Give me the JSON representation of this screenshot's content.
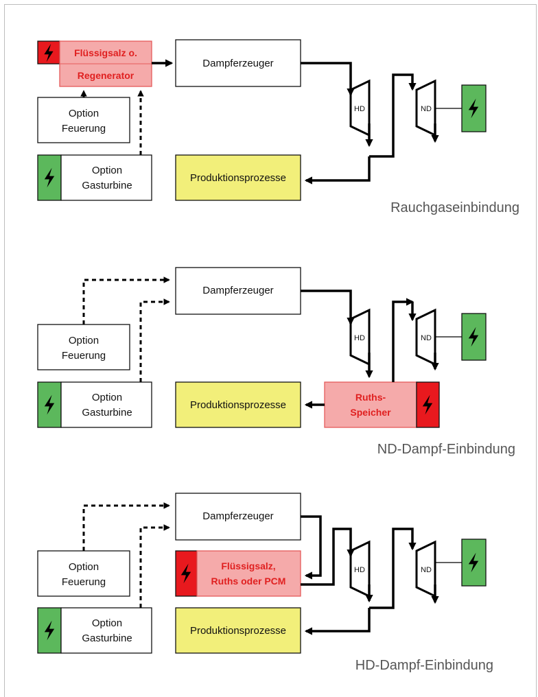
{
  "colors": {
    "red_storage_fill": "#f5aaaa",
    "red_storage_border": "#e55a5a",
    "red_bolt_fill": "#e8191e",
    "green_bolt_fill": "#5cb85c",
    "yellow_fill": "#f2ef7a",
    "caption_color": "#555555",
    "storage_text": "#e02020"
  },
  "panels": [
    {
      "caption": "Rauchgaseinbindung",
      "storage_lines": [
        "Flüssigsalz o.",
        "Regenerator"
      ],
      "steam_generator": "Dampferzeuger",
      "firing_lines": [
        "Option",
        "Feuerung"
      ],
      "gasturbine_lines": [
        "Option",
        "Gasturbine"
      ],
      "production": "Produktionsprozesse",
      "hp_turbine": "HD",
      "lp_turbine": "ND"
    },
    {
      "caption": "ND-Dampf-Einbindung",
      "steam_generator": "Dampferzeuger",
      "firing_lines": [
        "Option",
        "Feuerung"
      ],
      "gasturbine_lines": [
        "Option",
        "Gasturbine"
      ],
      "production": "Produktionsprozesse",
      "storage_lines": [
        "Ruths-",
        "Speicher"
      ],
      "hp_turbine": "HD",
      "lp_turbine": "ND"
    },
    {
      "caption": "HD-Dampf-Einbindung",
      "steam_generator": "Dampferzeuger",
      "storage_lines": [
        "Flüssigsalz,",
        "Ruths oder PCM"
      ],
      "firing_lines": [
        "Option",
        "Feuerung"
      ],
      "gasturbine_lines": [
        "Option",
        "Gasturbine"
      ],
      "production": "Produktionsprozesse",
      "hp_turbine": "HD",
      "lp_turbine": "ND"
    }
  ],
  "icons": [
    "lightning-bolt-icon"
  ]
}
